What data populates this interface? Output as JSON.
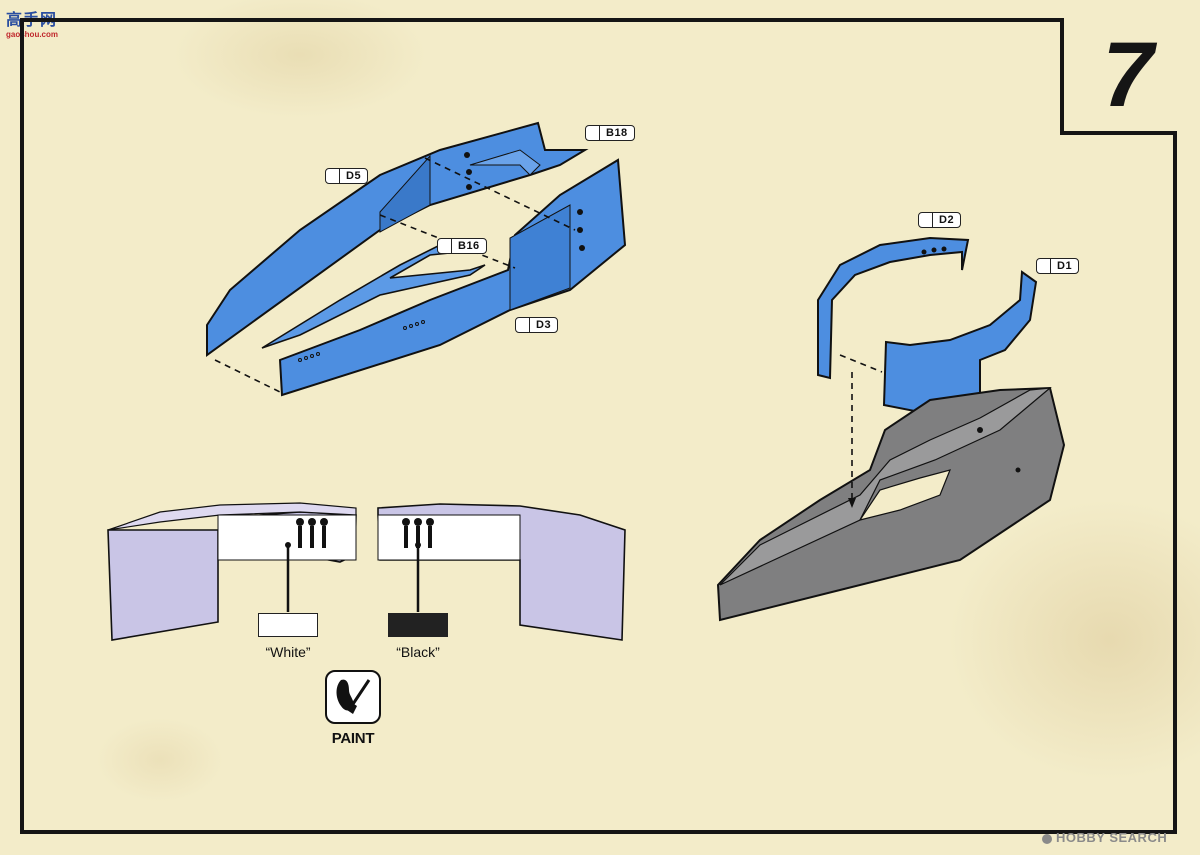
{
  "header": {
    "logo": "高手网",
    "logo_url": "gaoshou.com"
  },
  "step": {
    "number": "7"
  },
  "parts": {
    "b18": "B18",
    "d5": "D5",
    "b16": "B16",
    "d3": "D3",
    "d2": "D2",
    "d1": "D1"
  },
  "paint": {
    "white_label": "“White”",
    "black_label": "“Black”",
    "icon_label": "PAINT"
  },
  "colors": {
    "part_blue": "#4d8ee0",
    "hull_gray": "#7f7f80",
    "painted_part": "#c9c5e6",
    "paper": "#f3ecc9",
    "white": "#ffffff",
    "black": "#222222"
  },
  "footer": {
    "watermark": "HOBBY SEARCH"
  }
}
